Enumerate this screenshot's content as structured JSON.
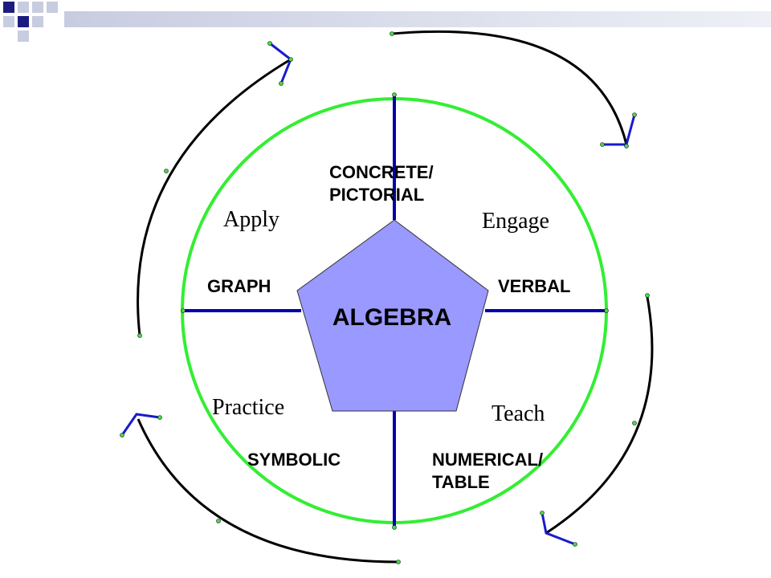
{
  "colors": {
    "circle": "#33ee33",
    "spokes": "#0000aa",
    "pentagon_fill": "#9999ff",
    "arrows": "#000000",
    "arrowheads": "#1a1acc",
    "handles": "#44dd44",
    "header_dark": "#1c1c80",
    "header_light": "#c8cce0"
  },
  "center": {
    "label": "ALGEBRA"
  },
  "representations": {
    "top": {
      "line1": "CONCRETE/",
      "line2": "PICTORIAL"
    },
    "right": "VERBAL",
    "left": "GRAPH",
    "bottom_left": "SYMBOLIC",
    "bottom_right": {
      "line1": "NUMERICAL/",
      "line2": "TABLE"
    }
  },
  "cycle_phases": {
    "top_left": "Apply",
    "top_right": "Engage",
    "bottom_left": "Practice",
    "bottom_right": "Teach"
  }
}
